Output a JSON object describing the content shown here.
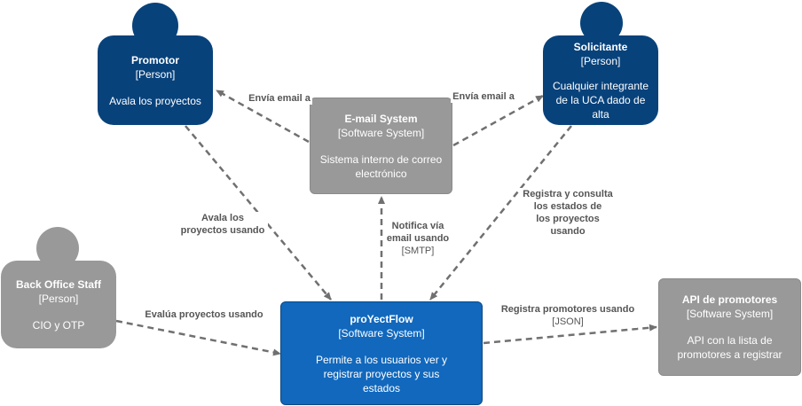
{
  "colors": {
    "person_dark": "#08427B",
    "external_gray": "#999999",
    "system_blue": "#1168BD",
    "edge": "#707070"
  },
  "nodes": {
    "promotor": {
      "title": "Promotor",
      "type": "[Person]",
      "desc": "Avala los proyectos"
    },
    "solicitante": {
      "title": "Solicitante",
      "type": "[Person]",
      "desc": "Cualquier integrante de la UCA dado de alta"
    },
    "email": {
      "title": "E-mail System",
      "type": "[Software System]",
      "desc": "Sistema interno de correo electrónico"
    },
    "backoffice": {
      "title": "Back Office Staff",
      "type": "[Person]",
      "desc": "CIO y OTP"
    },
    "proyectflow": {
      "title": "proYectFlow",
      "type": "[Software System]",
      "desc": "Permite a los usuarios ver y registrar proyectos y sus estados"
    },
    "api": {
      "title": "API de promotores",
      "type": "[Software System]",
      "desc": "API con la lista de promotores a registrar"
    }
  },
  "edges": {
    "email_promotor": {
      "lines": [
        "Envía email a"
      ]
    },
    "email_solicitante": {
      "lines": [
        "Envía email a"
      ]
    },
    "promotor_flow": {
      "lines": [
        "Avala los",
        "proyectos usando"
      ]
    },
    "flow_email": {
      "lines": [
        "Notifica vía",
        "email usando"
      ],
      "tech": "[SMTP]"
    },
    "solicitante_flow": {
      "lines": [
        "Registra y consulta",
        "los estados de",
        "los proyectos",
        "usando"
      ]
    },
    "backoffice_flow": {
      "lines": [
        "Evalúa proyectos usando"
      ]
    },
    "flow_api": {
      "lines": [
        "Registra promotores usando"
      ],
      "tech": "[JSON]"
    }
  }
}
